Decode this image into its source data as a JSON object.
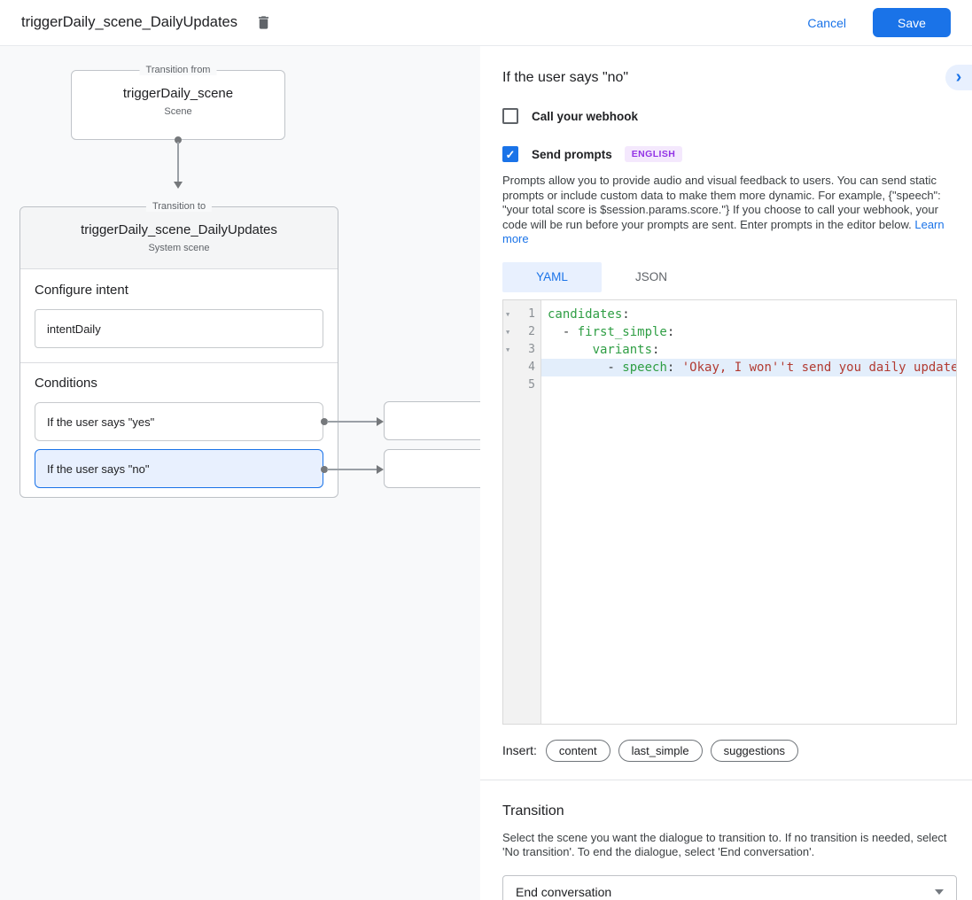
{
  "topbar": {
    "title": "triggerDaily_scene_DailyUpdates",
    "cancel": "Cancel",
    "save": "Save"
  },
  "canvas": {
    "from_box": {
      "legend": "Transition from",
      "title": "triggerDaily_scene",
      "subtitle": "Scene"
    },
    "to_card": {
      "legend": "Transition to",
      "title": "triggerDaily_scene_DailyUpdates",
      "subtitle": "System scene"
    },
    "configure_intent": {
      "heading": "Configure intent",
      "value": "intentDaily"
    },
    "conditions": {
      "heading": "Conditions",
      "items": [
        {
          "label": "If the user says \"yes\"",
          "selected": false
        },
        {
          "label": "If the user says \"no\"",
          "selected": true
        }
      ]
    }
  },
  "panel": {
    "title": "If the user says \"no\"",
    "collapse_icon": "chevron-right",
    "webhook": {
      "label": "Call your webhook",
      "checked": false
    },
    "prompts": {
      "label": "Send prompts",
      "checked": true,
      "badge": "ENGLISH"
    },
    "description": "Prompts allow you to provide audio and visual feedback to users. You can send static prompts or include custom data to make them more dynamic. For example, {\"speech\": \"your total score is $session.params.score.\"} If you choose to call your webhook, your code will be run before your prompts are sent. Enter prompts in the editor below. ",
    "learn_more": "Learn more",
    "tabs": [
      {
        "label": "YAML",
        "active": true
      },
      {
        "label": "JSON",
        "active": false
      }
    ],
    "editor": {
      "lines": [
        {
          "num": "1",
          "fold": true,
          "active": false,
          "parts": [
            {
              "text": "candidates",
              "type": "key"
            },
            {
              "text": ":",
              "type": "plain"
            }
          ]
        },
        {
          "num": "2",
          "fold": true,
          "active": false,
          "parts": [
            {
              "text": "  - ",
              "type": "plain"
            },
            {
              "text": "first_simple",
              "type": "key"
            },
            {
              "text": ":",
              "type": "plain"
            }
          ]
        },
        {
          "num": "3",
          "fold": true,
          "active": false,
          "parts": [
            {
              "text": "      ",
              "type": "plain"
            },
            {
              "text": "variants",
              "type": "key"
            },
            {
              "text": ":",
              "type": "plain"
            }
          ]
        },
        {
          "num": "4",
          "fold": false,
          "active": true,
          "parts": [
            {
              "text": "        - ",
              "type": "plain"
            },
            {
              "text": "speech",
              "type": "key"
            },
            {
              "text": ": ",
              "type": "plain"
            },
            {
              "text": "'Okay, I won''t send you daily update",
              "type": "string"
            }
          ]
        },
        {
          "num": "5",
          "fold": false,
          "active": false,
          "parts": []
        }
      ]
    },
    "insert": {
      "label": "Insert:",
      "chips": [
        "content",
        "last_simple",
        "suggestions"
      ]
    },
    "transition": {
      "heading": "Transition",
      "description": "Select the scene you want the dialogue to transition to. If no transition is needed, select 'No transition'. To end the dialogue, select 'End conversation'.",
      "value": "End conversation"
    }
  },
  "colors": {
    "accent": "#1a73e8",
    "accent_light": "#e8f0fe",
    "badge_bg": "#f4e8fd",
    "badge_text": "#9334e6",
    "code_key": "#2f9e44",
    "code_string": "#b23b32"
  }
}
